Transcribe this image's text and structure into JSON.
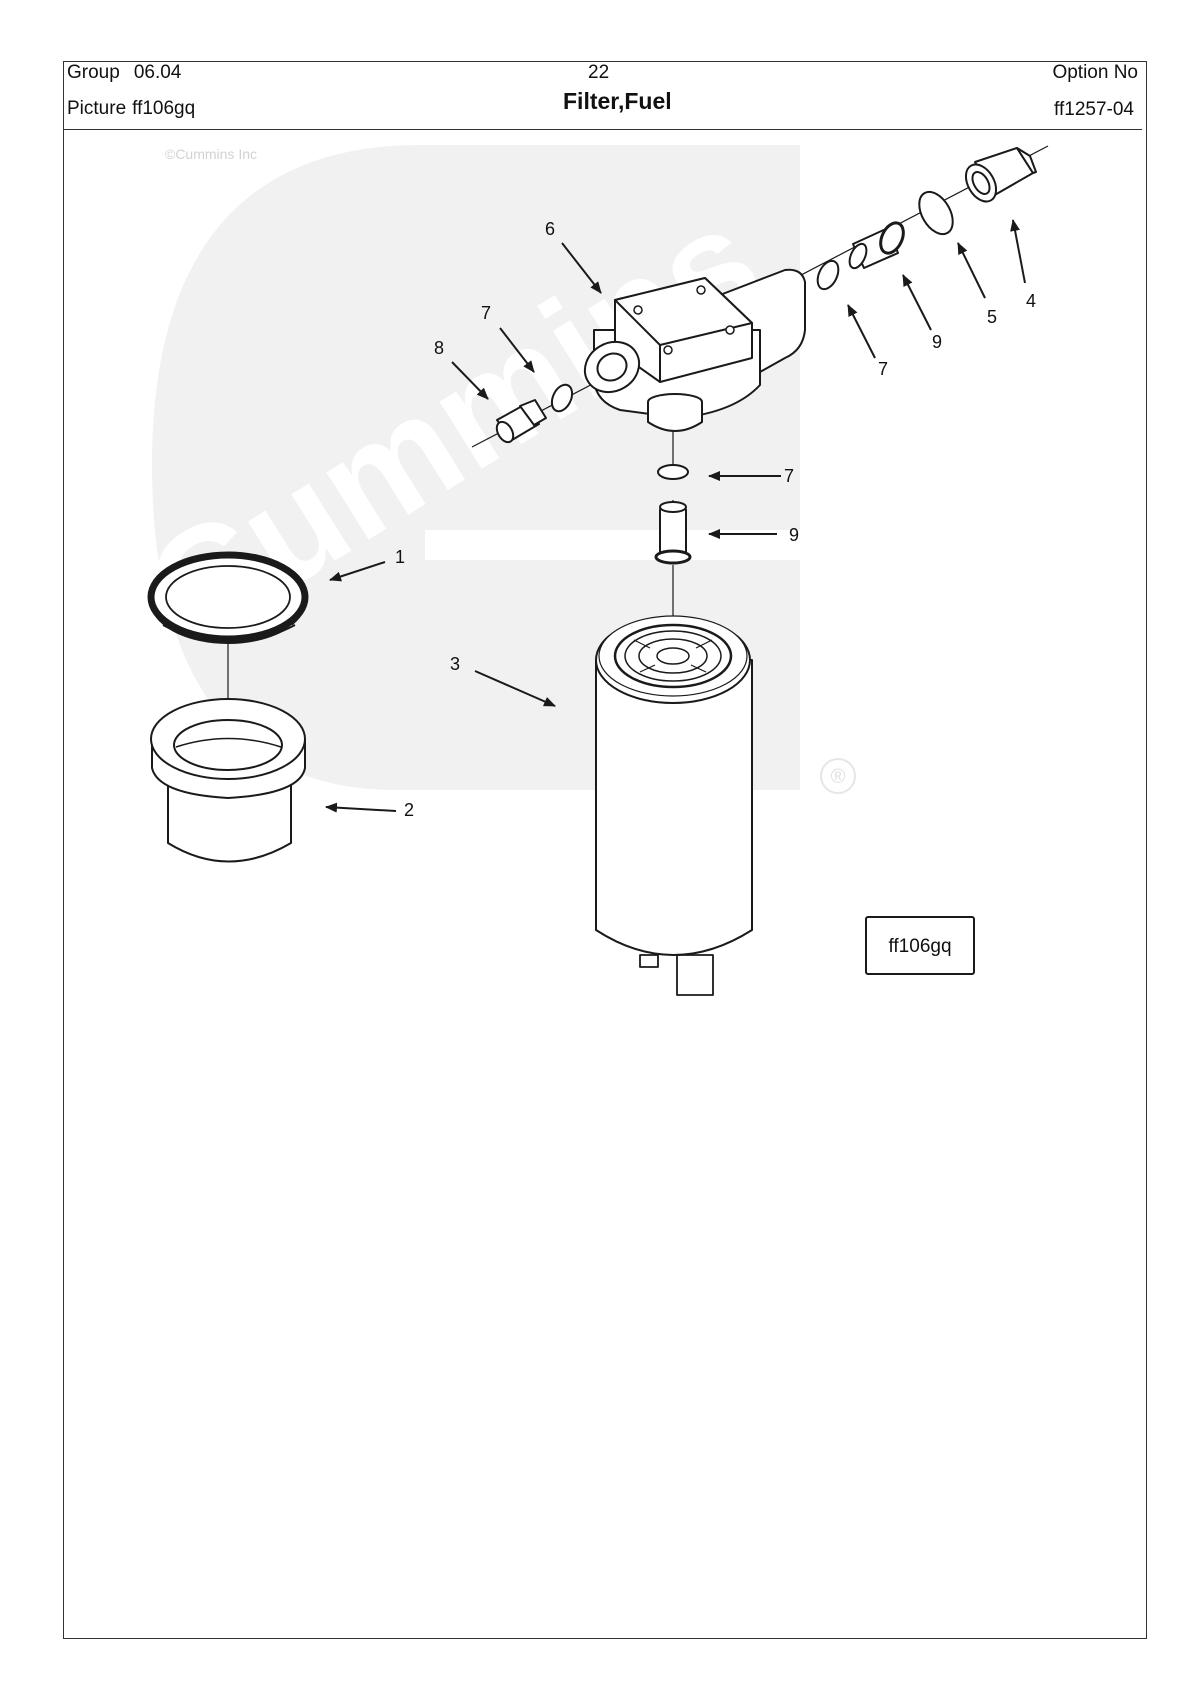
{
  "header": {
    "group_label": "Group",
    "group_value": "06.04",
    "picture_label": "Picture",
    "picture_value": "ff106gq",
    "page_number": "22",
    "title": "Filter,Fuel",
    "option_label": "Option No",
    "option_value": "ff1257-04"
  },
  "diagram": {
    "copyright": "©Cummins Inc",
    "watermark": "Cummins",
    "registered_mark": "®",
    "picture_label": "ff106gq",
    "callouts": [
      "1",
      "2",
      "3",
      "4",
      "5",
      "6",
      "7",
      "7",
      "7",
      "8",
      "9",
      "9"
    ],
    "colors": {
      "line": "#1a1a1a",
      "watermark": "#f1f1f1"
    }
  }
}
